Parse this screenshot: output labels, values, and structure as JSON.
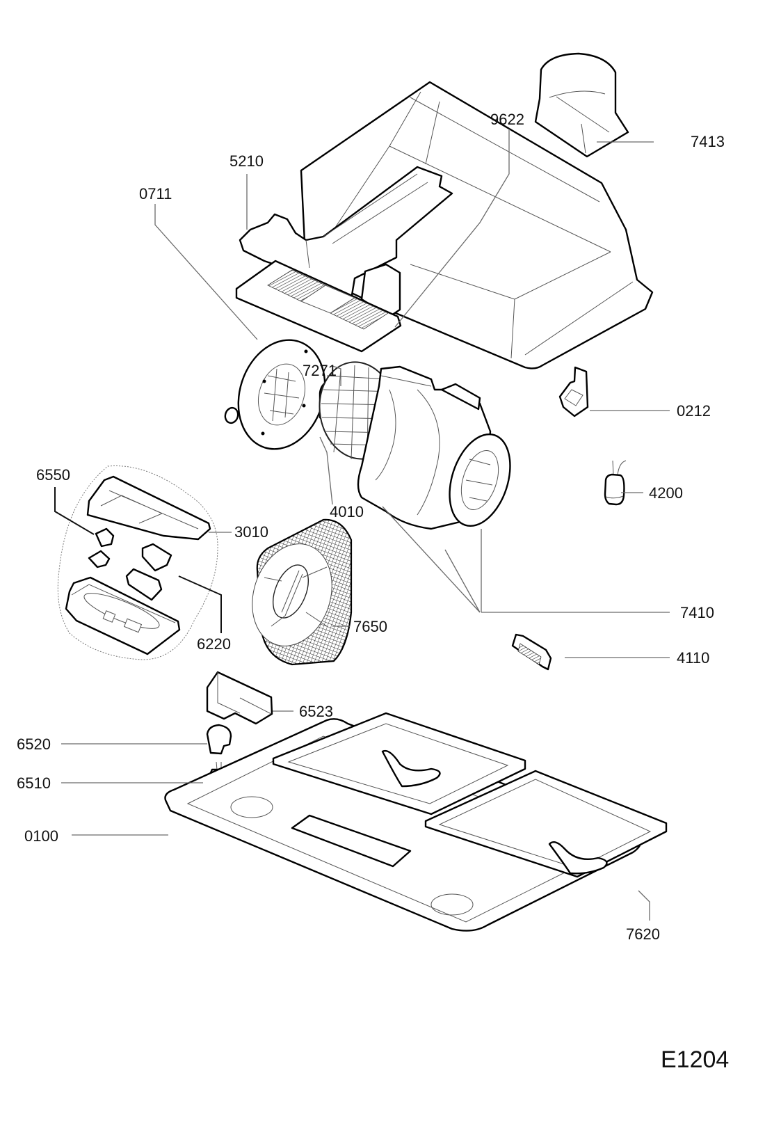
{
  "diagram": {
    "type": "exploded-parts-diagram",
    "subject": "cooker hood",
    "drawing_code": "E1204",
    "callouts": [
      {
        "id": "7413",
        "part": "exhaust adapter / duct connector"
      },
      {
        "id": "9622",
        "part": "hood canopy"
      },
      {
        "id": "5210",
        "part": "control housing"
      },
      {
        "id": "0711",
        "part": "fan side plate (left)"
      },
      {
        "id": "7271",
        "part": "motor"
      },
      {
        "id": "0212",
        "part": "bracket clip"
      },
      {
        "id": "4200",
        "part": "capacitor"
      },
      {
        "id": "6550",
        "part": "switch"
      },
      {
        "id": "3010",
        "part": "control panel assembly"
      },
      {
        "id": "4010",
        "part": "fan impeller"
      },
      {
        "id": "7410",
        "part": "blower housing set"
      },
      {
        "id": "6220",
        "part": "switch insert"
      },
      {
        "id": "7650",
        "part": "carbon filter"
      },
      {
        "id": "4110",
        "part": "terminal block"
      },
      {
        "id": "6523",
        "part": "lamp holder cover"
      },
      {
        "id": "6520",
        "part": "lamp socket"
      },
      {
        "id": "6510",
        "part": "halogen lamp"
      },
      {
        "id": "0100",
        "part": "bottom frame"
      },
      {
        "id": "7620",
        "part": "grease filter"
      }
    ]
  }
}
